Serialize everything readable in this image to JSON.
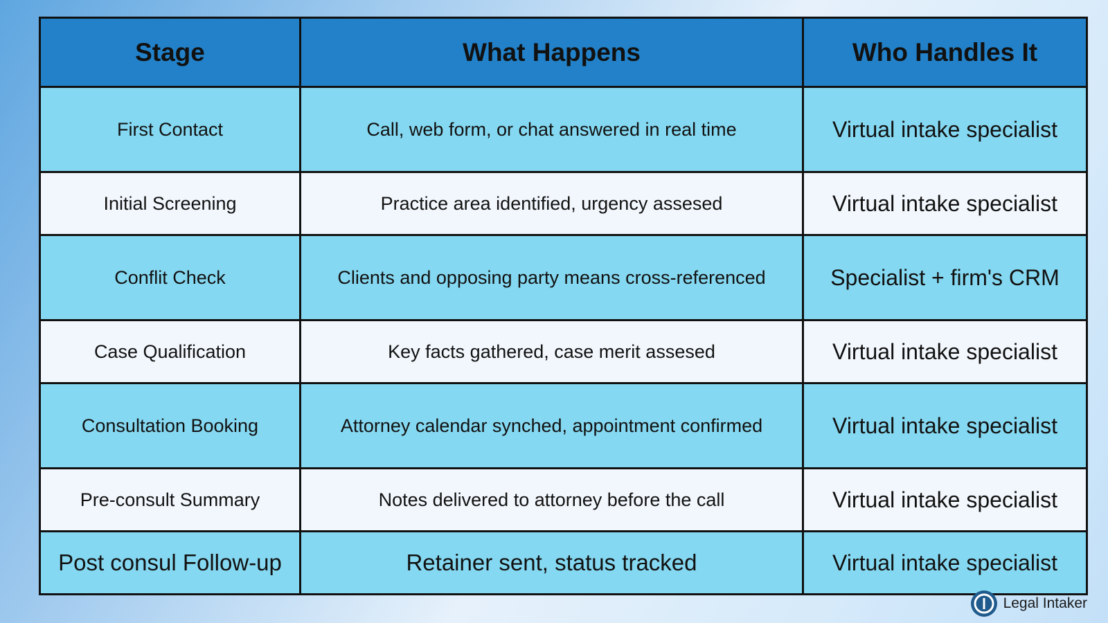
{
  "table": {
    "headers": [
      "Stage",
      "What Happens",
      "Who Handles It"
    ],
    "rows": [
      {
        "stage": "First Contact",
        "what": "Call, web form, or chat answered in real time",
        "who": "Virtual intake specialist"
      },
      {
        "stage": "Initial Screening",
        "what": "Practice area identified, urgency assesed",
        "who": "Virtual intake specialist"
      },
      {
        "stage": "Conflit Check",
        "what": "Clients and opposing party means cross-referenced",
        "who": "Specialist + firm's CRM"
      },
      {
        "stage": "Case Qualification",
        "what": "Key facts gathered, case merit assesed",
        "who": "Virtual intake specialist"
      },
      {
        "stage": "Consultation Booking",
        "what": "Attorney calendar synched, appointment confirmed",
        "who": "Virtual intake specialist"
      },
      {
        "stage": "Pre-consult Summary",
        "what": "Notes delivered to attorney before the call",
        "who": "Virtual intake specialist"
      },
      {
        "stage": "Post consul Follow-up",
        "what": "Retainer sent, status tracked",
        "who": "Virtual intake specialist"
      }
    ]
  },
  "brand": {
    "name": "Legal Intaker",
    "icon": "legal-intaker-logo-icon",
    "color": "#1f5b8c"
  },
  "colors": {
    "header": "#2281c8",
    "band_row": "#85d8f1",
    "light_row": "#f2f7fd"
  }
}
